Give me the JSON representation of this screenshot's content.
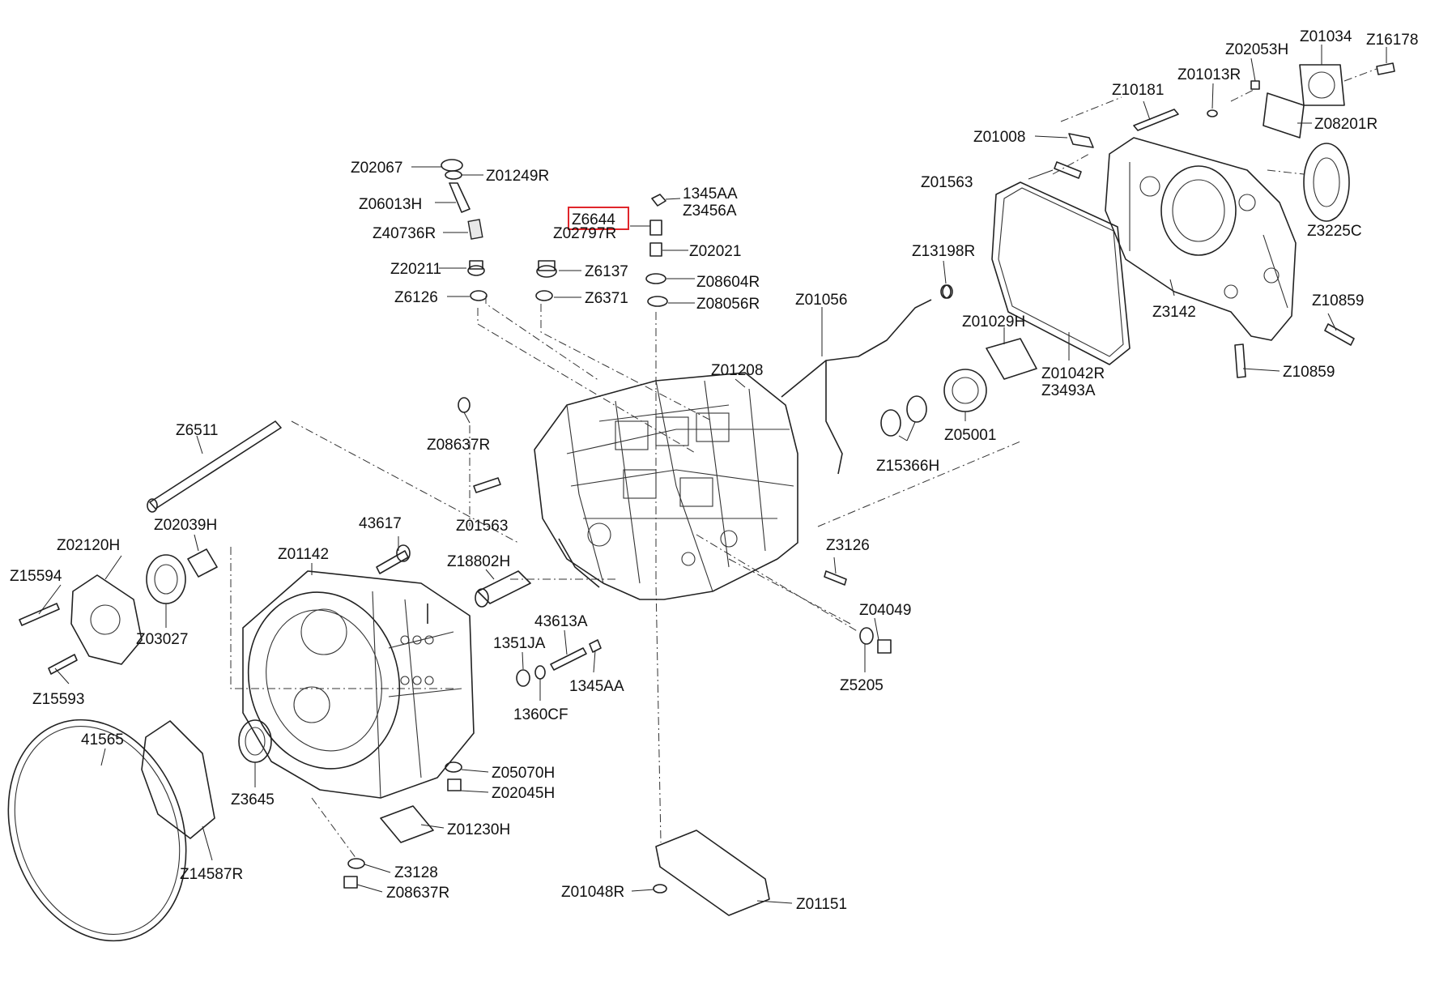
{
  "highlight_label": "Z6644",
  "labels": {
    "z02067": "Z02067",
    "z01249r": "Z01249R",
    "z06013h": "Z06013H",
    "z40736r": "Z40736R",
    "z20211": "Z20211",
    "z6126": "Z6126",
    "z6137": "Z6137",
    "z6371": "Z6371",
    "a1345aa_top": "1345AA",
    "z3456a": "Z3456A",
    "z6644": "Z6644",
    "z02797r": "Z02797R",
    "z02021": "Z02021",
    "z08604r": "Z08604R",
    "z08056r": "Z08056R",
    "z01056": "Z01056",
    "z13198r": "Z13198R",
    "z01029h": "Z01029H",
    "z01208": "Z01208",
    "z08637r_mid": "Z08637R",
    "z6511": "Z6511",
    "z01563_mid": "Z01563",
    "z15366h": "Z15366H",
    "z05001": "Z05001",
    "z01042r": "Z01042R",
    "z3493a": "Z3493A",
    "z3142": "Z3142",
    "z01563_top": "Z01563",
    "z01008": "Z01008",
    "z10181": "Z10181",
    "z01013r": "Z01013R",
    "z02053h": "Z02053H",
    "z01034": "Z01034",
    "z16178": "Z16178",
    "z08201r": "Z08201R",
    "z3225c": "Z3225C",
    "z10859_a": "Z10859",
    "z10859_b": "Z10859",
    "z02039h": "Z02039H",
    "z02120h": "Z02120H",
    "z15594": "Z15594",
    "z03027": "Z03027",
    "z15593": "Z15593",
    "a43617": "43617",
    "z01142": "Z01142",
    "z18802h": "Z18802H",
    "z3126": "Z3126",
    "z04049": "Z04049",
    "z5205": "Z5205",
    "a43613a": "43613A",
    "a1351ja": "1351JA",
    "a1345aa_low": "1345AA",
    "a1360cf": "1360CF",
    "a41565": "41565",
    "z3645": "Z3645",
    "z14587r": "Z14587R",
    "z05070h": "Z05070H",
    "z02045h": "Z02045H",
    "z01230h": "Z01230H",
    "z3128": "Z3128",
    "z08637r_low": "Z08637R",
    "z01048r": "Z01048R",
    "z01151": "Z01151"
  }
}
